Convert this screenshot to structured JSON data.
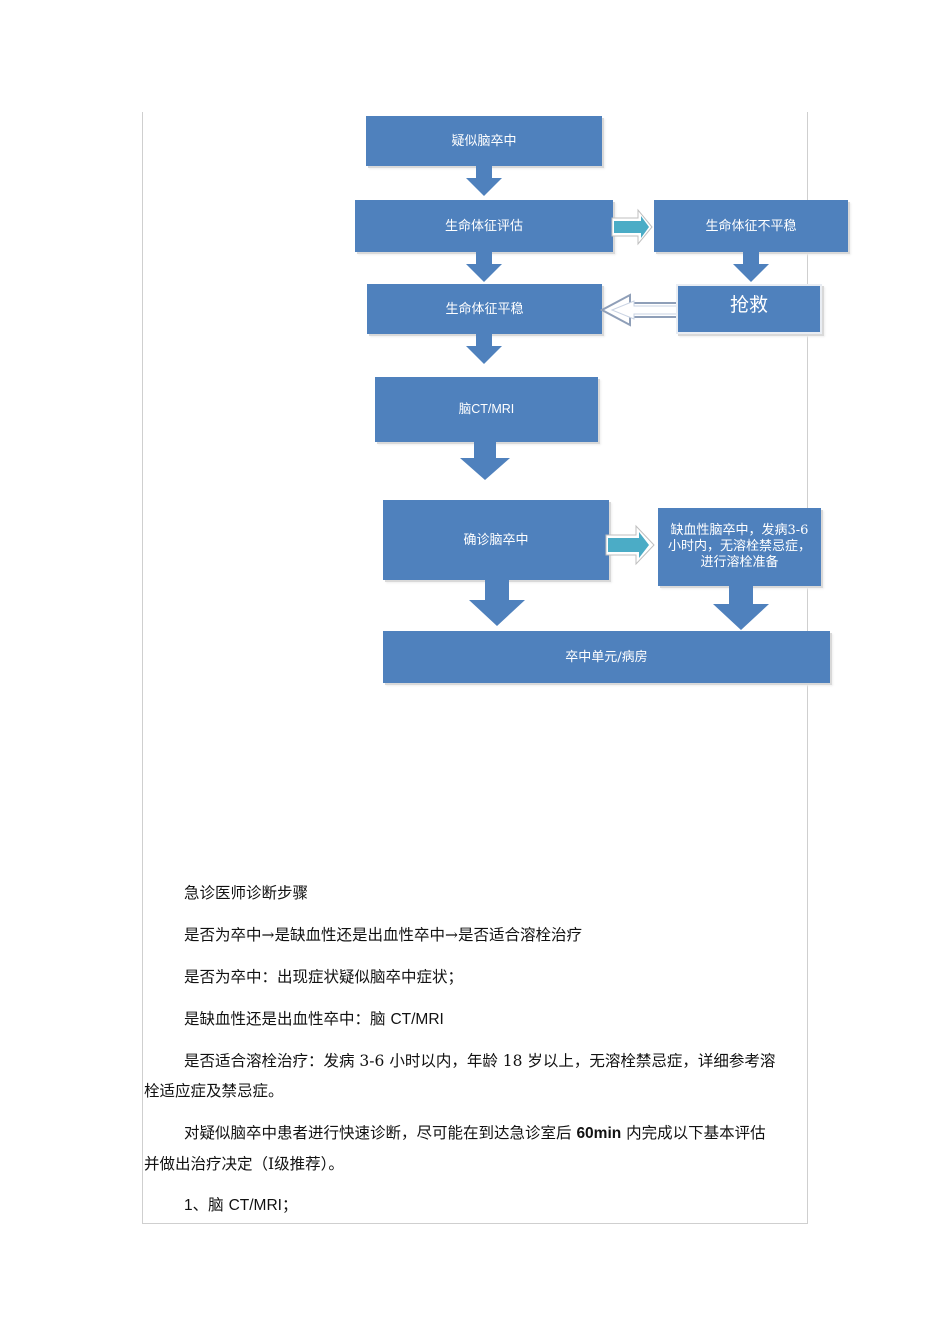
{
  "flowchart": {
    "box_suspect": "疑似脑卒中",
    "box_vital_assess": "生命体征评估",
    "box_vital_unstable": "生命体征不平稳",
    "box_vital_stable": "生命体征平稳",
    "box_rescue": "抢救",
    "box_ct": "脑CT/MRI",
    "box_confirm": "确诊脑卒中",
    "box_ischemic_1": "缺血性脑卒中，发病3-6",
    "box_ischemic_2": "小时内，无溶栓禁忌症，",
    "box_ischemic_3": "进行溶栓准备",
    "box_unit": "卒中单元/病房",
    "colors": {
      "box_fill": "#4f81bd",
      "side_arrow_fill": "#4bacc6",
      "box_text": "#ffffff"
    }
  },
  "text": {
    "heading": "急诊医师诊断步骤",
    "line1": "是否为卒中→是缺血性还是出血性卒中→是否适合溶栓治疗",
    "line2": "是否为卒中：出现症状疑似脑卒中症状；",
    "line3_prefix": "是缺血性还是出血性卒中：脑 ",
    "line3_ct": "CT/MRI",
    "line4_a": "是否适合溶栓治疗：发病 3-6 小时以内，年龄 18 岁以上，无溶栓禁忌症，详细参考溶",
    "line4_b": "栓适应症及禁忌症。",
    "line5_a_pre": "对疑似脑卒中患者进行快速诊断，尽可能在到达急诊室后 ",
    "line5_a_bold": "60min",
    "line5_a_post": " 内完成以下基本评估",
    "line5_b": "并做出治疗决定（Ⅰ级推荐）。",
    "item1_num": "1",
    "item1_sep": "、脑 ",
    "item1_ct": "CT/MRI",
    "item1_end": "；"
  }
}
